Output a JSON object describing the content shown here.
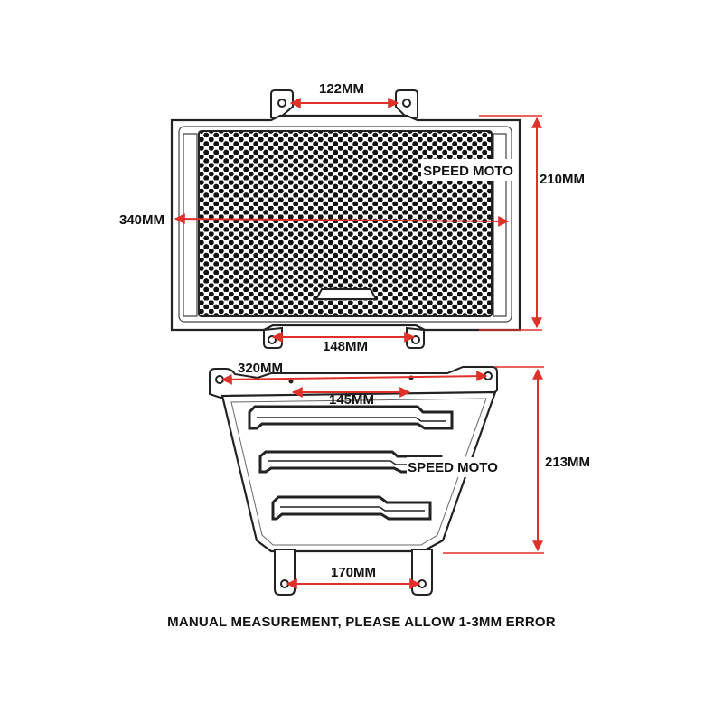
{
  "colors": {
    "arrow": "#e0302a",
    "outline": "#222222",
    "mesh": "#111111"
  },
  "top_guard": {
    "brand": "SPEED MOTO",
    "dims": {
      "top_mount": "122MM",
      "width": "340MM",
      "height": "210MM",
      "bottom_mount": "148MM"
    }
  },
  "bottom_guard": {
    "brand": "SPEED MOTO",
    "dims": {
      "top_width": "320MM",
      "inner_mount": "145MM",
      "height": "213MM",
      "bottom_mount": "170MM"
    }
  },
  "footer": {
    "note": "MANUAL MEASUREMENT, PLEASE ALLOW 1-3MM ERROR"
  }
}
